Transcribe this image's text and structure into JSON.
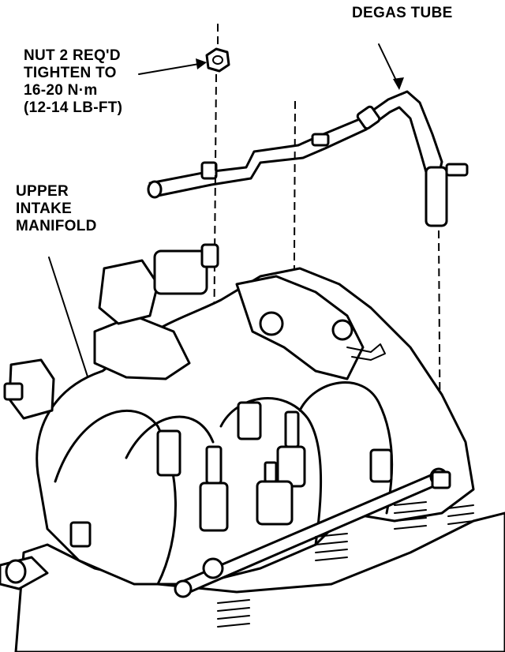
{
  "labels": {
    "degas_tube": "DEGAS TUBE",
    "nut_line1": "NUT 2 REQ'D",
    "nut_line2": "TIGHTEN TO",
    "nut_line3": "16-20 N·m",
    "nut_line4": "(12-14 LB-FT)",
    "manifold_line1": "UPPER",
    "manifold_line2": "INTAKE",
    "manifold_line3": "MANIFOLD"
  }
}
